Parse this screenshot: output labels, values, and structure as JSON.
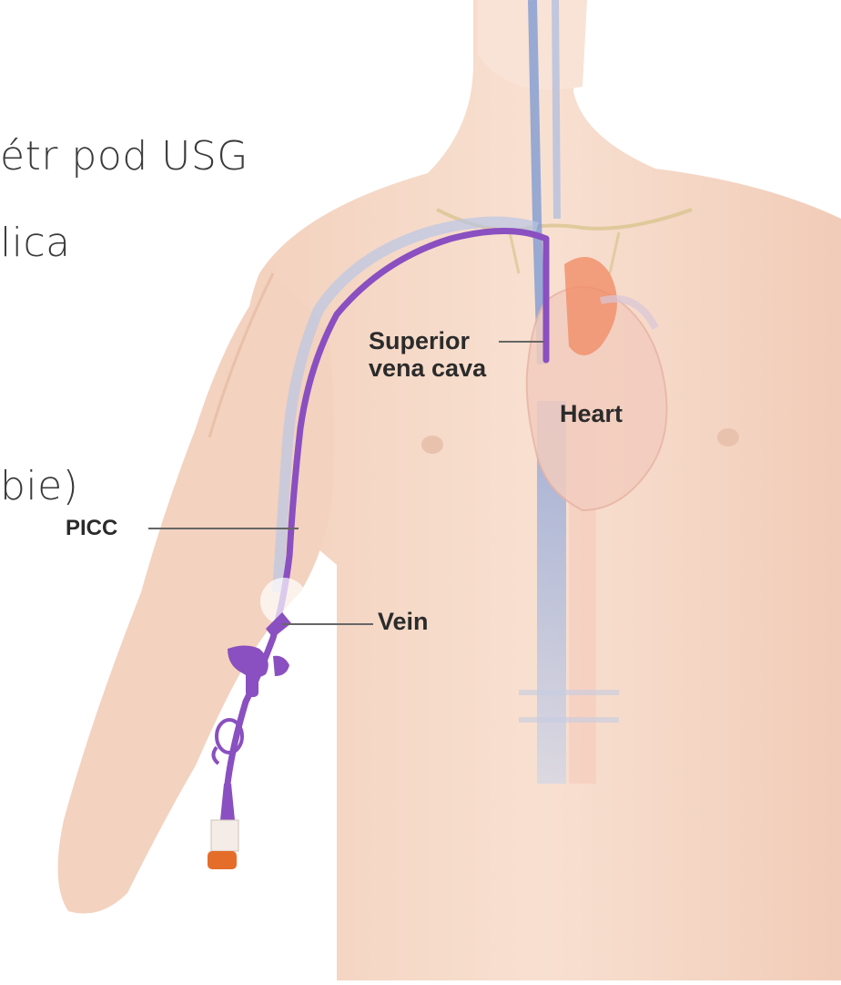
{
  "slide_lines": [
    "étr pod USG",
    "lica",
    "bie)"
  ],
  "labels": {
    "svc_line1": "Superior",
    "svc_line2": "vena cava",
    "heart": "Heart",
    "picc": "PICC",
    "vein": "Vein"
  },
  "colors": {
    "skin": "#f6d9c8",
    "skin_shadow": "#ecc3ad",
    "vein_blue": "#7f9bd2",
    "catheter_purple": "#8a4fc0",
    "heart": "#f1c9bd",
    "aorta_orange": "#f08d68"
  }
}
